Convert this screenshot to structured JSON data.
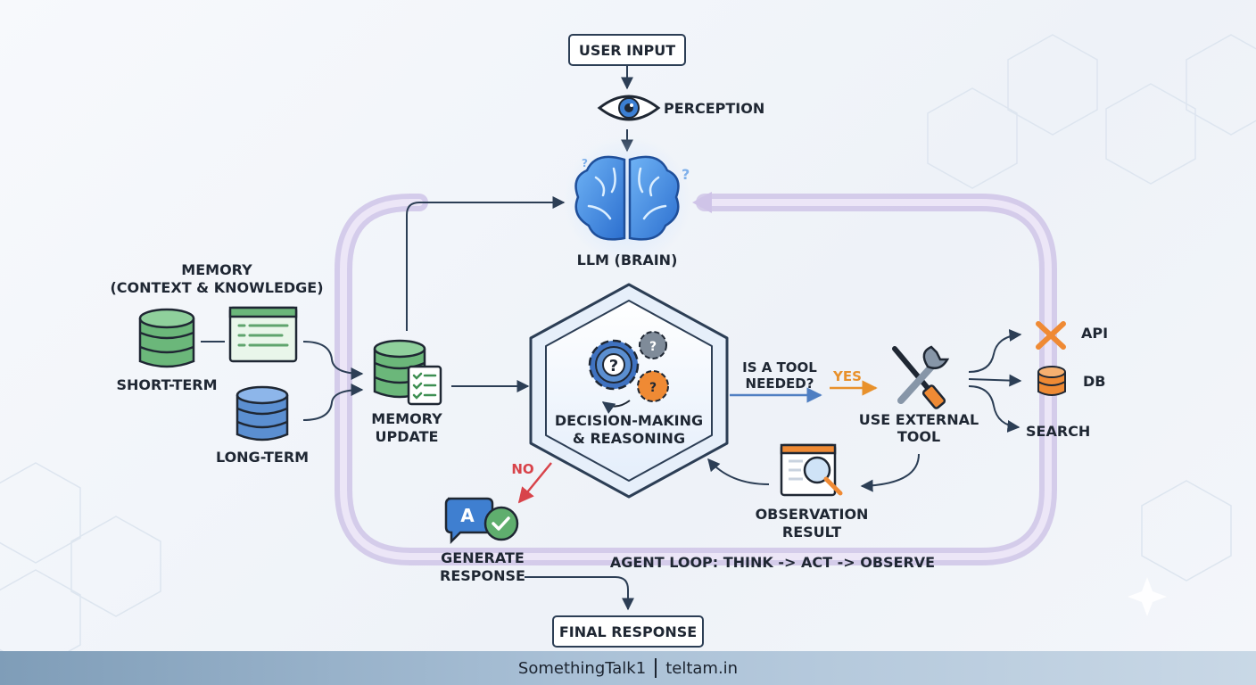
{
  "nodes": {
    "user_input": "USER INPUT",
    "perception": "PERCEPTION",
    "llm": "LLM (BRAIN)",
    "memory_title_1": "MEMORY",
    "memory_title_2": "(CONTEXT & KNOWLEDGE)",
    "short_term": "SHORT-TERM",
    "long_term": "LONG-TERM",
    "memory_update_1": "MEMORY",
    "memory_update_2": "UPDATE",
    "decision_1": "DECISION-MAKING",
    "decision_2": "& REASONING",
    "tool_question_1": "IS A TOOL",
    "tool_question_2": "NEEDED?",
    "yes": "YES",
    "no": "NO",
    "use_tool_1": "USE EXTERNAL",
    "use_tool_2": "TOOL",
    "api": "API",
    "db": "DB",
    "search": "SEARCH",
    "observation_1": "OBSERVATION",
    "observation_2": "RESULT",
    "generate_1": "GENERATE",
    "generate_2": "RESPONSE",
    "agent_loop": "AGENT LOOP: THINK -> ACT -> OBSERVE",
    "final_response": "FINAL RESPONSE"
  },
  "footer": {
    "brand": "SomethingTalk1",
    "site": "teltam.in"
  },
  "colors": {
    "loop": "#c9bde3",
    "arrow": "#2c3e55",
    "yes": "#e8912c",
    "no": "#d8434a",
    "green": "#5fae6e",
    "blue": "#5b8fd1",
    "orange": "#ef8a34"
  }
}
